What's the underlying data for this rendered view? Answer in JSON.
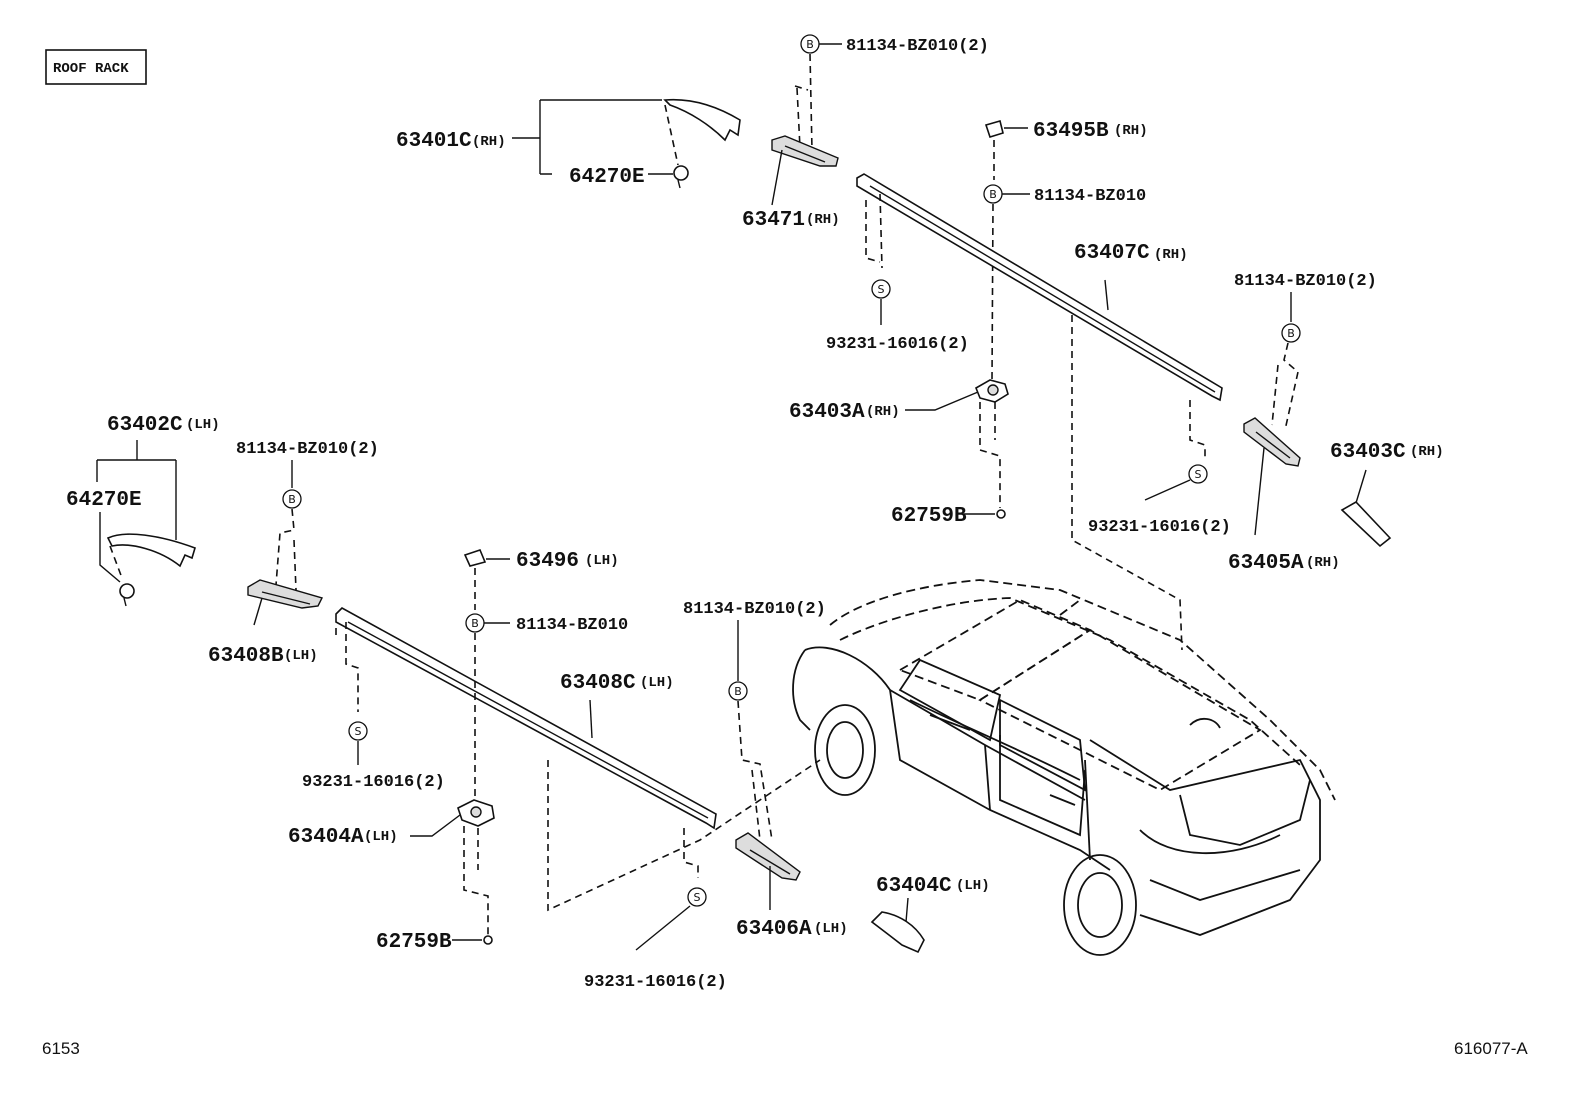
{
  "title": "ROOF RACK",
  "footer": {
    "left": "6153",
    "right": "616077-A"
  },
  "badges": {
    "bolt": "B",
    "screw": "S"
  },
  "labels": {
    "p63401C": "63401C",
    "p64270E_top": "64270E",
    "p81134_top": "81134-BZ010(2)",
    "p63471": "63471",
    "p63495B": "63495B",
    "p81134_rh": "81134-BZ010",
    "p63407C": "63407C",
    "p93231_a": "93231-16016(2)",
    "p81134_rh2": "81134-BZ010(2)",
    "p63403A": "63403A",
    "p63403C": "63403C",
    "p62759B_rh": "62759B",
    "p93231_b": "93231-16016(2)",
    "p63405A": "63405A",
    "p63402C": "63402C",
    "p81134_lh1": "81134-BZ010(2)",
    "p64270E_lh": "64270E",
    "p63496": "63496",
    "p81134_lh": "81134-BZ010",
    "p63408B": "63408B",
    "p81134_lh2": "81134-BZ010(2)",
    "p63408C": "63408C",
    "p93231_c": "93231-16016(2)",
    "p63404A": "63404A",
    "p63404C": "63404C",
    "p62759B_lh": "62759B",
    "p63406A": "63406A",
    "p93231_d": "93231-16016(2)"
  },
  "sides": {
    "rh": "(RH)",
    "lh": "(LH)",
    "lh_nospace": "(LH)"
  }
}
